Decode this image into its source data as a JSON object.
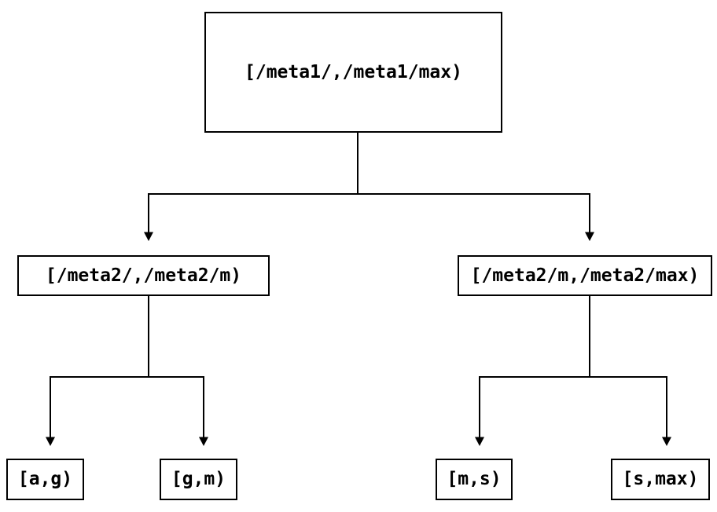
{
  "diagram": {
    "type": "binary-tree",
    "tree": {
      "label": "[/meta1/,/meta1/max)",
      "children": [
        {
          "label": "[/meta2/,/meta2/m)",
          "children": [
            {
              "label": "[a,g)"
            },
            {
              "label": "[g,m)"
            }
          ]
        },
        {
          "label": "[/meta2/m,/meta2/max)",
          "children": [
            {
              "label": "[m,s)"
            },
            {
              "label": "[s,max)"
            }
          ]
        }
      ]
    },
    "colors": {
      "line": "#000000",
      "text": "#000000",
      "node_fill": "#ffffff",
      "background": "#ffffff"
    }
  }
}
